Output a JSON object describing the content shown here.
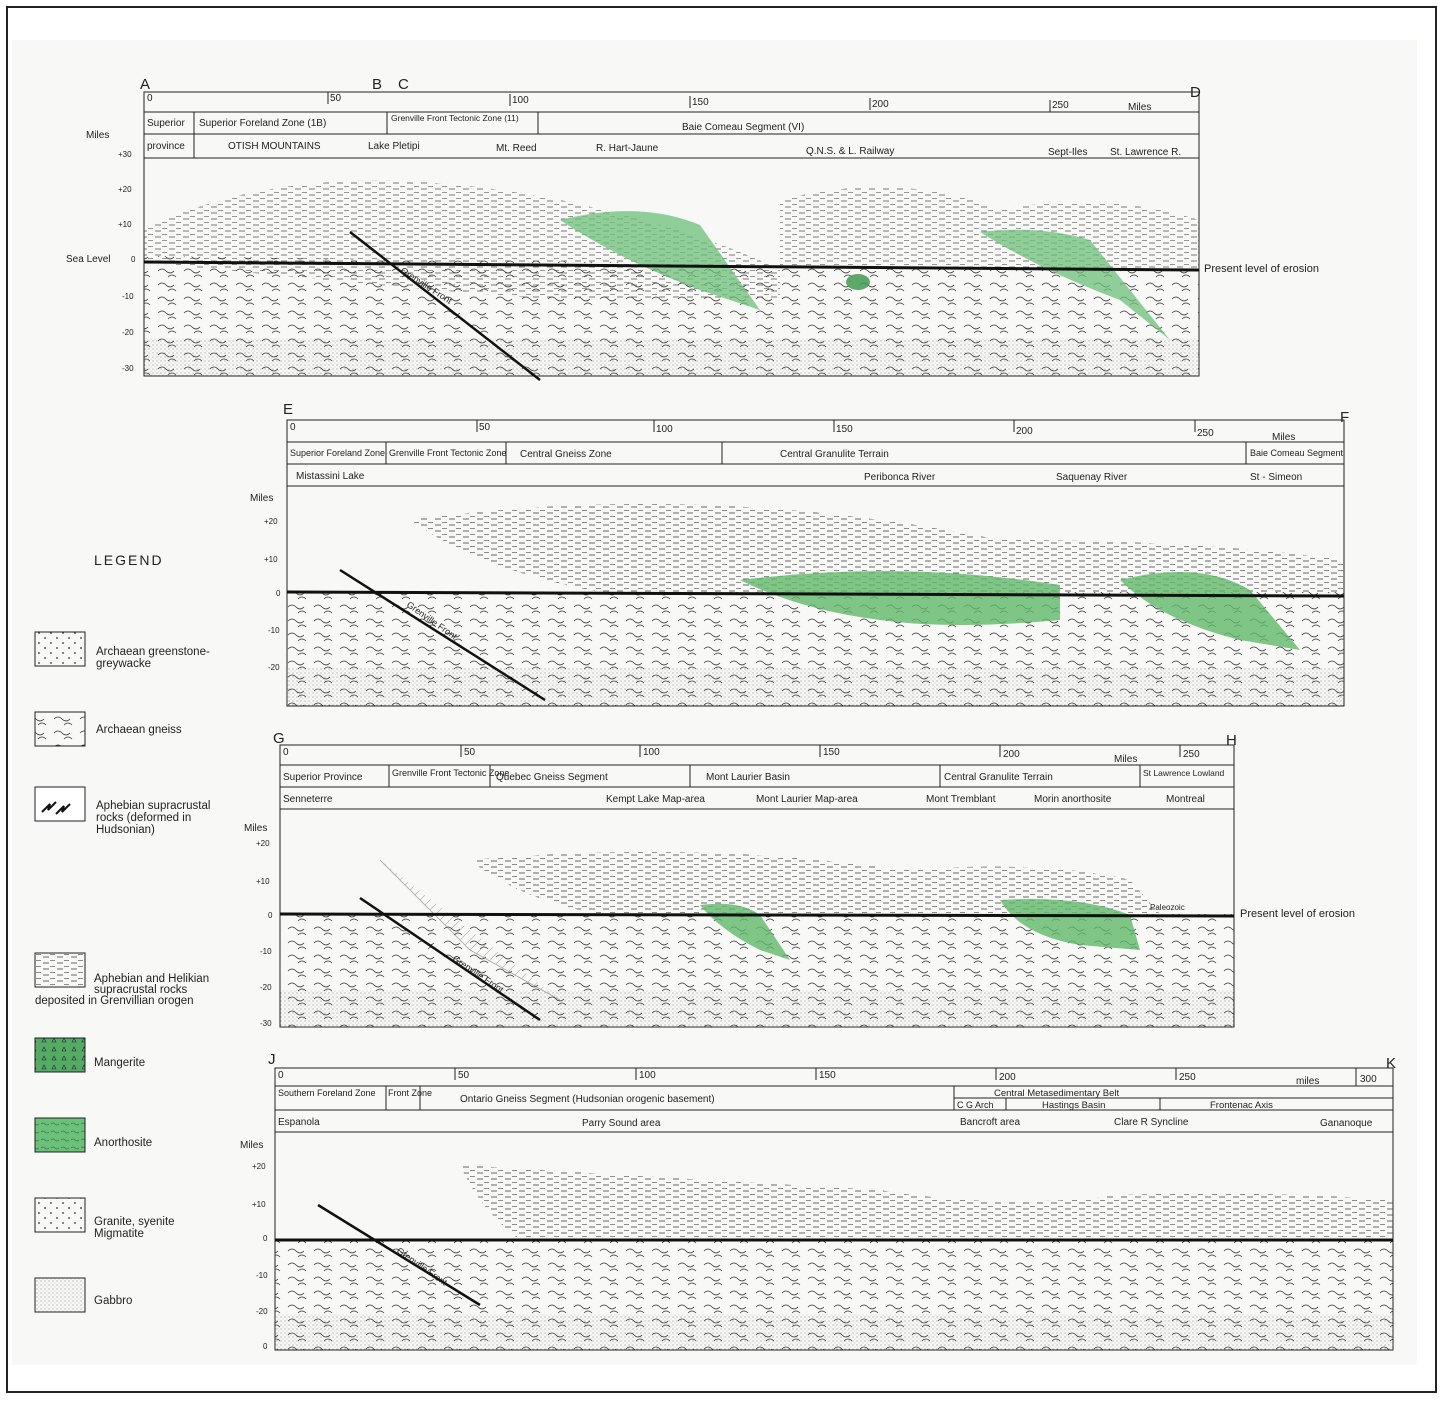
{
  "legend": {
    "title": "LEGEND",
    "items": [
      {
        "key": "greenstone",
        "label": [
          "Archaean greenstone-",
          "greywacke"
        ]
      },
      {
        "key": "gneiss",
        "label": [
          "Archaean gneiss"
        ]
      },
      {
        "key": "aphebian_deformed",
        "label": [
          "Aphebian supracrustal",
          "rocks (deformed in",
          "Hudsonian)"
        ]
      },
      {
        "key": "aphebian_helikian",
        "label": [
          "Aphebian and Helikian",
          "supracrustal rocks",
          "deposited in Grenvillian orogen"
        ]
      },
      {
        "key": "mangerite",
        "label": [
          "Mangerite"
        ]
      },
      {
        "key": "anorthosite",
        "label": [
          "Anorthosite"
        ]
      },
      {
        "key": "granite",
        "label": [
          "Granite, syenite",
          "Migmatite"
        ]
      },
      {
        "key": "gabbro",
        "label": [
          "Gabbro"
        ]
      }
    ]
  },
  "colors": {
    "anorthosite": "#5fb86a",
    "mangerite": "#3f9a4f",
    "ink": "#222222",
    "paper": "#f8f8f6"
  },
  "sections": [
    {
      "id": "AD",
      "letters": [
        "A",
        "B",
        "C",
        "D"
      ],
      "scale_ticks": [
        "0",
        "50",
        "100",
        "150",
        "200",
        "250"
      ],
      "scale_unit": "Miles",
      "zones": [
        "Superior",
        "Superior Foreland Zone (1B)",
        "Grenville Front Tectonic Zone (11)",
        "Baie Comeau Segment (VI)"
      ],
      "zones_row2": [
        "province"
      ],
      "localities": [
        "OTISH MOUNTAINS",
        "Lake Pletipi",
        "Mt. Reed",
        "R. Hart-Jaune",
        "Q.N.S. & L. Railway",
        "Sept-Iles",
        "St. Lawrence R."
      ],
      "depth_label": "Miles",
      "depth_ticks": [
        "+30",
        "+20",
        "+10",
        "0",
        "-10",
        "-20",
        "-30"
      ],
      "sea_level_label": "Sea Level",
      "right_note": "Present level of erosion",
      "front_label": "Grenville Front"
    },
    {
      "id": "EF",
      "letters": [
        "E",
        "F"
      ],
      "scale_ticks": [
        "0",
        "50",
        "100",
        "150",
        "200",
        "250"
      ],
      "scale_unit": "Miles",
      "zones": [
        "Superior Foreland Zone",
        "Grenville Front Tectonic Zone",
        "Central Gneiss Zone",
        "Central Granulite Terrain",
        "Baie Comeau Segment"
      ],
      "localities": [
        "Mistassini Lake",
        "Peribonca River",
        "Saquenay River",
        "St - Simeon"
      ],
      "depth_label": "Miles",
      "depth_ticks": [
        "+20",
        "+10",
        "0",
        "-10",
        "-20"
      ],
      "front_label": "Grenville Front"
    },
    {
      "id": "GH",
      "letters": [
        "G",
        "H"
      ],
      "scale_ticks": [
        "0",
        "50",
        "100",
        "150",
        "200",
        "250"
      ],
      "scale_unit": "Miles",
      "zones": [
        "Superior Province",
        "Grenville Front Tectonic Zone",
        "Quebec Gneiss Segment",
        "Mont Laurier Basin",
        "Central Granulite Terrain",
        "St Lawrence Lowland"
      ],
      "localities": [
        "Senneterre",
        "Kempt Lake Map-area",
        "Mont Laurier Map-area",
        "Mont Tremblant",
        "Morin anorthosite",
        "Montreal"
      ],
      "depth_label": "Miles",
      "depth_ticks": [
        "+20",
        "+10",
        "0",
        "-10",
        "-20",
        "-30"
      ],
      "right_note": "Present level of erosion",
      "paleozoic_label": "Paleozoic",
      "front_label": "Grenville Front"
    },
    {
      "id": "JK",
      "letters": [
        "J",
        "K"
      ],
      "scale_ticks": [
        "0",
        "50",
        "100",
        "150",
        "200",
        "250",
        "300"
      ],
      "scale_unit": "miles",
      "zones": [
        "Southern Foreland Zone",
        "Front Zone",
        "Ontario Gneiss Segment (Hudsonian orogenic basement)",
        "Central Metasedimentary Belt"
      ],
      "subzones": [
        "C G Arch",
        "Hastings Basin",
        "Frontenac Axis"
      ],
      "localities": [
        "Espanola",
        "Parry Sound area",
        "Bancroft area",
        "Clare R Syncline",
        "Gananoque"
      ],
      "depth_label": "Miles",
      "depth_ticks": [
        "+20",
        "+10",
        "0",
        "-10",
        "-20",
        "0"
      ],
      "front_label": "Grenville Front"
    }
  ]
}
